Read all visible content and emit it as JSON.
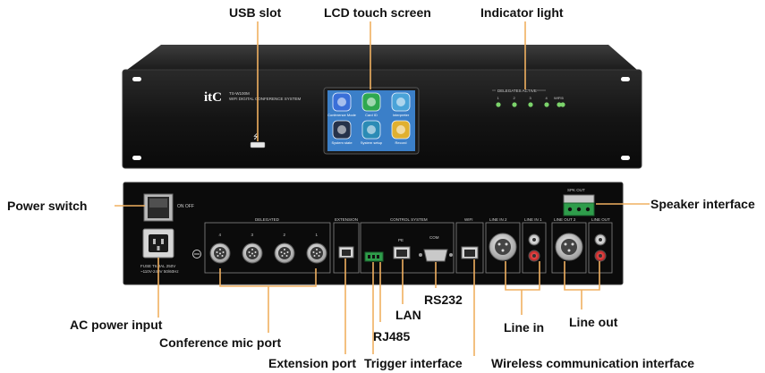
{
  "callouts": {
    "usb_slot": "USB slot",
    "lcd": "LCD touch screen",
    "indicator": "Indicator light",
    "power_switch": "Power switch",
    "speaker_interface": "Speaker interface",
    "ac_power": "AC power input",
    "conference_mic": "Conference mic port",
    "extension_port": "Extension port",
    "rj485": "RJ485",
    "lan": "LAN",
    "rs232": "RS232",
    "trigger": "Trigger interface",
    "line_in": "Line in",
    "line_out": "Line out",
    "wireless": "Wireless communication interface"
  },
  "front_panel": {
    "brand": "itC",
    "model": "TS-W100M",
    "subtitle": "WIFI DIGITAL CONFERENCE SYSTEM",
    "delegates_label": "DELEGATES ACTIVE",
    "led_numbers": [
      "1",
      "2",
      "3",
      "4",
      "5"
    ],
    "wifi_label": "WIFI",
    "screen_icons": [
      {
        "label": "Conference Mode",
        "icon": "people-icon",
        "color": "#3a6fd8"
      },
      {
        "label": "Card ID",
        "icon": "id-card-icon",
        "color": "#2fa84f"
      },
      {
        "label": "Interpreter",
        "icon": "interpreter-icon",
        "color": "#4aa3d8"
      },
      {
        "label": "System state",
        "icon": "system-state-icon",
        "color": "#26324a"
      },
      {
        "label": "System setup",
        "icon": "system-setup-icon",
        "color": "#2b8bb5"
      },
      {
        "label": "Record",
        "icon": "speaker-icon",
        "color": "#e0b030"
      }
    ]
  },
  "rear_panel": {
    "on_off": "ON OFF",
    "delegated": "DELEGATED",
    "extension": "EXTENSION",
    "control_system": "CONTROL SYSTEM",
    "wifi": "WIFI",
    "line_in_2": "LINE IN 2",
    "line_in_1": "LINE IN 1",
    "line_out_2": "LINE OUT 2",
    "line_out_1": "LINE OUT",
    "spk_out": "SPK OUT",
    "pe": "PE",
    "com": "COM",
    "fuse": "FUSE T6.3AL 250V",
    "voltage": "~110V-240V 50/60Hz",
    "mic_ports": [
      "4",
      "3",
      "2",
      "1"
    ]
  }
}
